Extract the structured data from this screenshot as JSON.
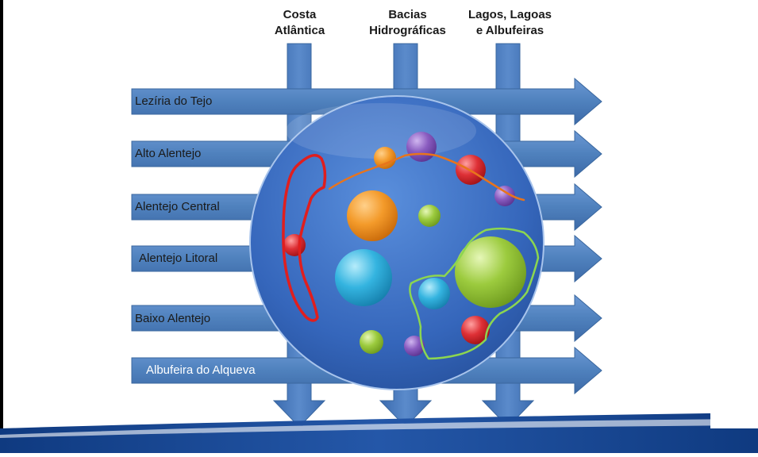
{
  "columns": [
    {
      "title_line1": "Costa",
      "title_line2": "Atlântica"
    },
    {
      "title_line1": "Bacias",
      "title_line2": "Hidrográficas"
    },
    {
      "title_line1": "Lagos, Lagoas",
      "title_line2": "e Albufeiras"
    }
  ],
  "rows": [
    {
      "label": "Lezíria do Tejo"
    },
    {
      "label": "Alto Alentejo"
    },
    {
      "label": "Alentejo Central"
    },
    {
      "label": "Alentejo Litoral"
    },
    {
      "label": "Baixo Alentejo"
    },
    {
      "label": "Albufeira do Alqueva"
    }
  ],
  "colors": {
    "arrow": "#4f81bd",
    "disc": "#3d6fc2",
    "bubble_orange": "#f08c1e",
    "bubble_purple": "#7a4fb0",
    "bubble_red": "#d3262b",
    "bubble_green": "#8cc63f",
    "bubble_cyan": "#2aa8d8",
    "outline_red": "#e01e1e",
    "outline_orange": "#e8741c",
    "outline_green": "#8cd650",
    "footer_band": "#1f4e9a"
  }
}
